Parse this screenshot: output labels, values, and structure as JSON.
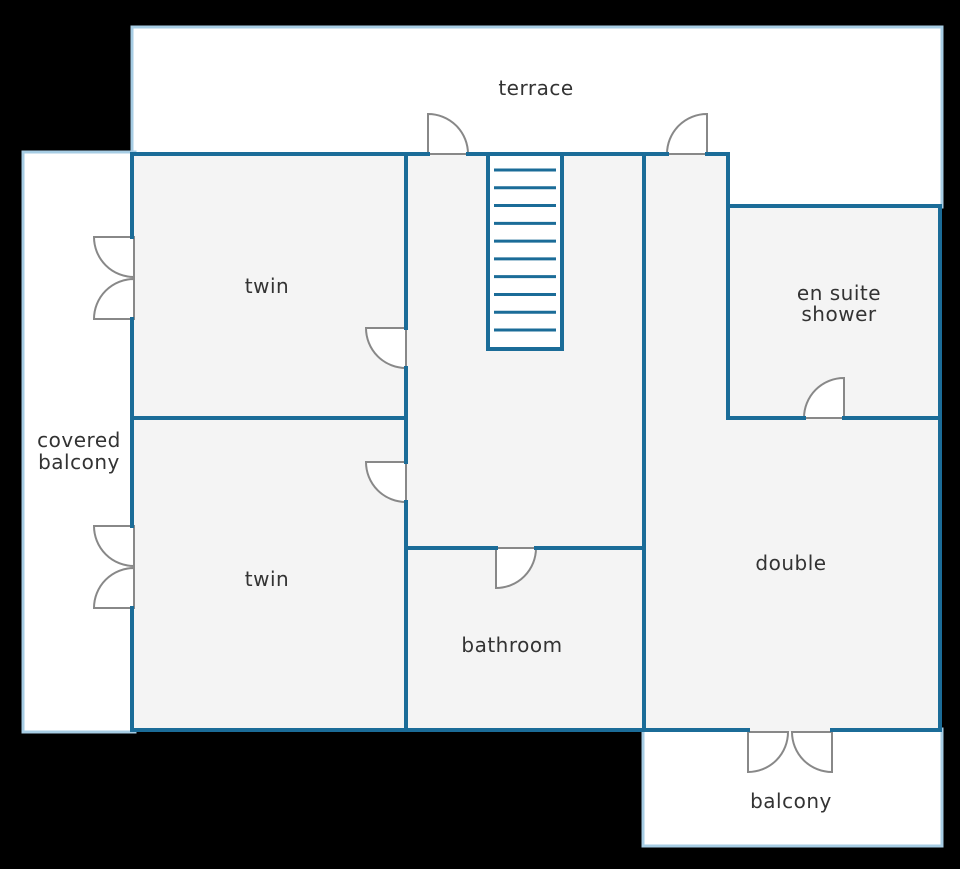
{
  "floor_plan": {
    "colors": {
      "background": "#000000",
      "wall": "#1b6c98",
      "outdoor_border": "#a7cde4",
      "room_fill": "#f4f4f4",
      "outdoor_fill": "#ffffff",
      "door_line": "#888888",
      "label": "#333333"
    },
    "rooms": {
      "terrace": "terrace",
      "twin_top": "twin",
      "twin_bottom": "twin",
      "covered_balcony_line1": "covered",
      "covered_balcony_line2": "balcony",
      "en_suite_line1": "en suite",
      "en_suite_line2": "shower",
      "double": "double",
      "bathroom": "bathroom",
      "balcony": "balcony"
    },
    "staircase_treads": 10
  }
}
